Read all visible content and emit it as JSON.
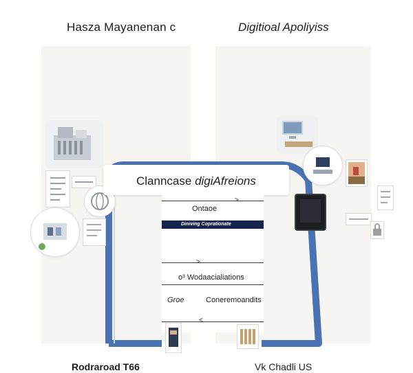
{
  "headings": {
    "left": "Hasza Mayanenan c",
    "right": "Digitioal Apoliyiss"
  },
  "banner": {
    "lead": "Clanncase",
    "emphasis": "digiAfreions"
  },
  "column": {
    "row1": "Ontaoe",
    "bar": "Diniving Coprationate",
    "row2": "o³ Wodaacialiations",
    "row3_left": "Groe",
    "row3_right": "Coneremoandits"
  },
  "footers": {
    "left": "Rodraroad T66",
    "right": "Vk Chadli US"
  },
  "colors": {
    "flow_blue": "#4a73b3",
    "panel_bg": "#f7f5f2",
    "bar_navy": "#16234f"
  }
}
